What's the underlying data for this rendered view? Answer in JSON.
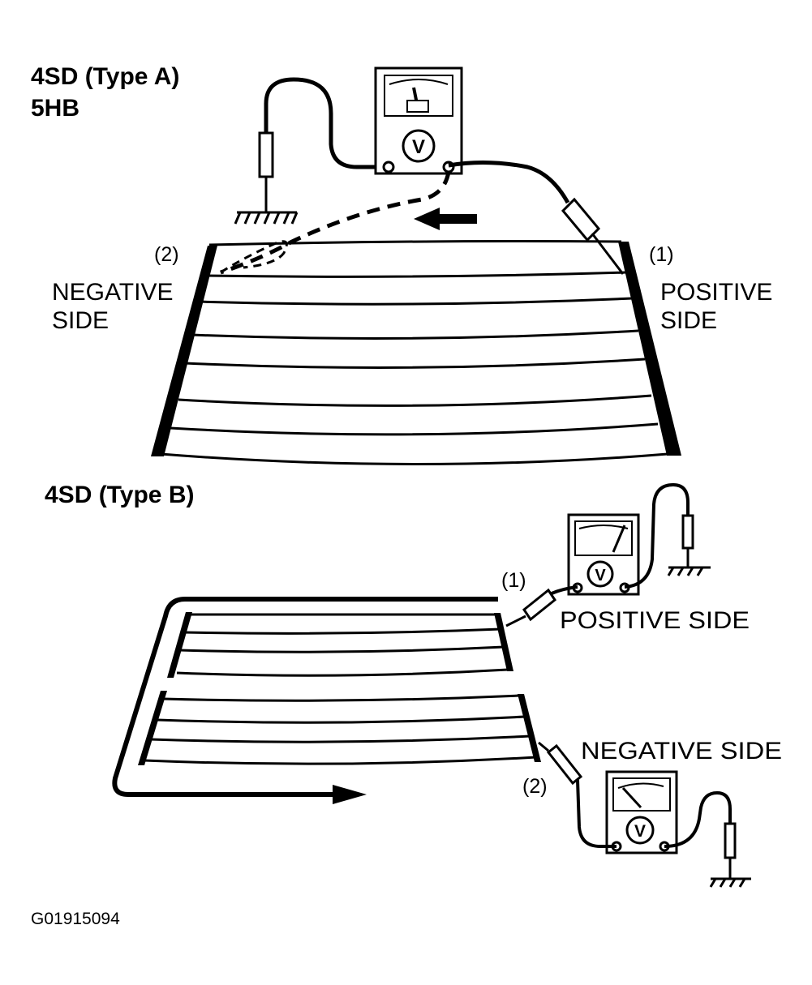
{
  "diagram": {
    "type_a": {
      "title_line1": "4SD (Type A)",
      "title_line2": "5HB",
      "label_1": "(1)",
      "label_2": "(2)",
      "negative_line1": "NEGATIVE",
      "negative_line2": "SIDE",
      "positive_line1": "POSITIVE",
      "positive_line2": "SIDE",
      "meter_symbol": "V"
    },
    "type_b": {
      "title": "4SD (Type B)",
      "label_1": "(1)",
      "label_2": "(2)",
      "positive_side": "POSITIVE SIDE",
      "negative_side": "NEGATIVE SIDE",
      "meter_symbol_top": "V",
      "meter_symbol_bottom": "V"
    },
    "figure_code": "G01915094"
  }
}
